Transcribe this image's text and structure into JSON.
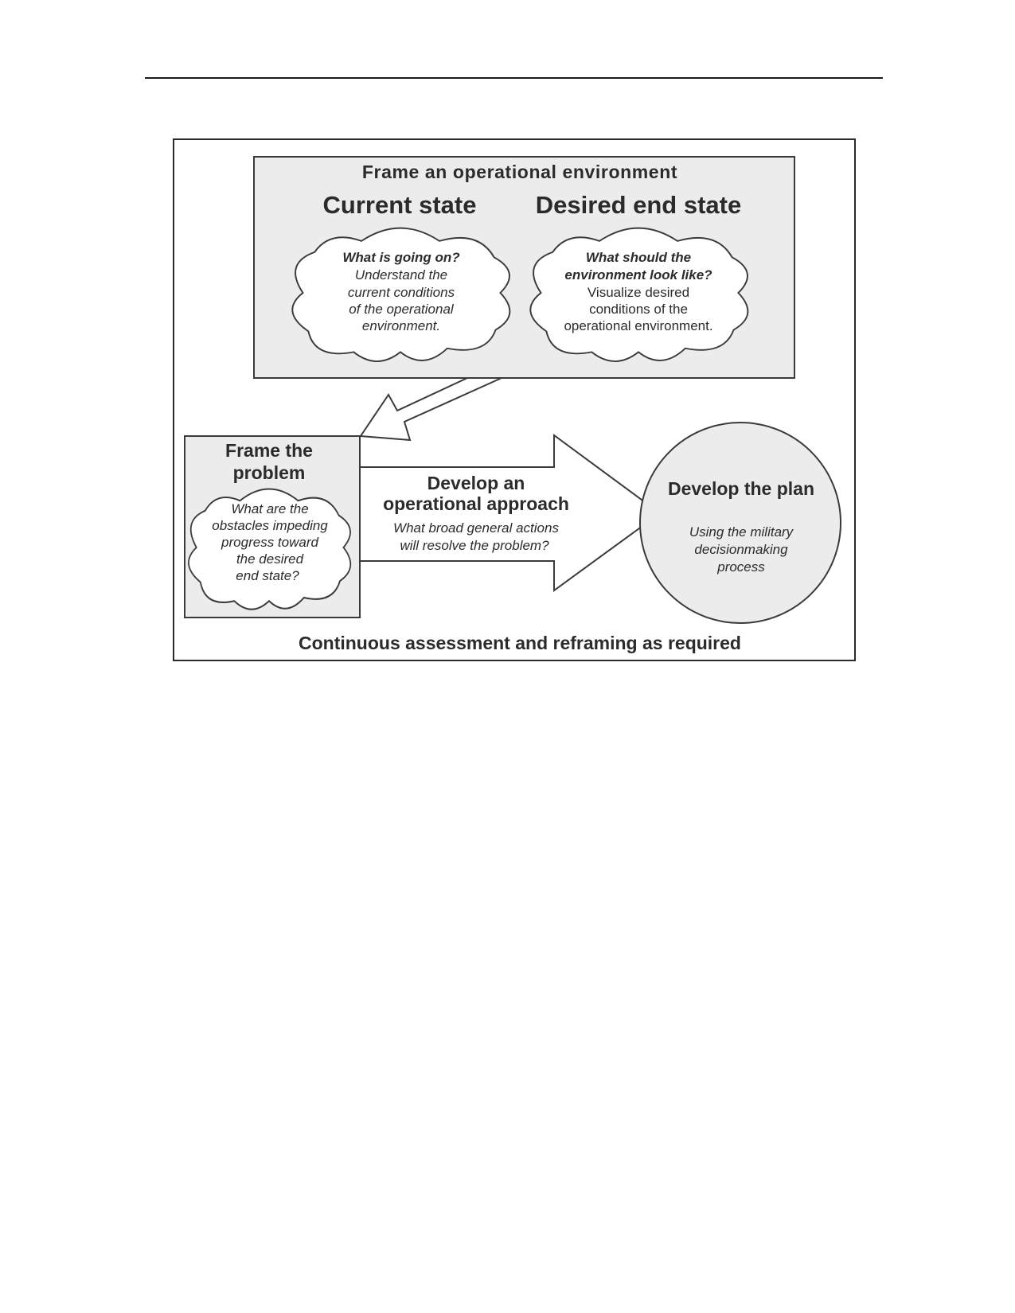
{
  "frame_environment": {
    "title": "Frame an operational environment",
    "current_state": {
      "heading": "Current state",
      "question": "What is going on?",
      "body": [
        "Understand the",
        "current conditions",
        "of the operational",
        "environment."
      ]
    },
    "desired_state": {
      "heading": "Desired end state",
      "question": [
        "What should the",
        "environment look like?"
      ],
      "body": [
        "Visualize desired",
        "conditions of the",
        "operational environment."
      ]
    }
  },
  "frame_problem": {
    "title": [
      "Frame the",
      "problem"
    ],
    "question": [
      "What are the",
      "obstacles impeding",
      "progress toward",
      "the desired",
      "end state?"
    ]
  },
  "operational_approach": {
    "title": [
      "Develop an",
      "operational approach"
    ],
    "question": [
      "What broad general actions",
      "will resolve the problem?"
    ]
  },
  "plan": {
    "title": "Develop the plan",
    "subtitle": [
      "Using the military",
      "decisionmaking",
      "process"
    ]
  },
  "footer": "Continuous assessment and reframing as required",
  "colors": {
    "panel_fill": "#ececec",
    "cloud_fill": "#ffffff",
    "stroke": "#3a3a3a"
  }
}
